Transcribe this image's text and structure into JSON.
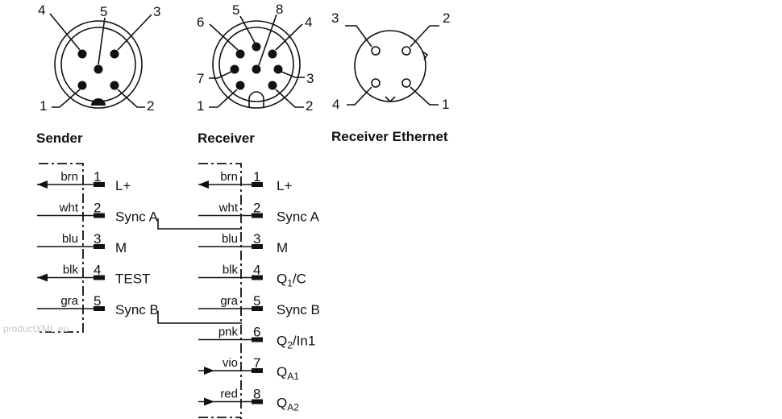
{
  "connectors": {
    "sender": {
      "title": "Sender",
      "pins": [
        "1",
        "2",
        "3",
        "4",
        "5"
      ]
    },
    "receiver": {
      "title": "Receiver",
      "pins": [
        "1",
        "2",
        "3",
        "4",
        "5",
        "6",
        "7",
        "8"
      ]
    },
    "receiver_ethernet": {
      "title": "Receiver Ethernet",
      "pins": [
        "1",
        "2",
        "3",
        "4"
      ]
    }
  },
  "wiring": {
    "sender": {
      "rows": [
        {
          "pin": "1",
          "wire": "brn",
          "label": "L+",
          "label_sub": "",
          "label_tail": "",
          "arrow": "out"
        },
        {
          "pin": "2",
          "wire": "wht",
          "label": "Sync A",
          "label_sub": "",
          "label_tail": "",
          "arrow": "none"
        },
        {
          "pin": "3",
          "wire": "blu",
          "label": "M",
          "label_sub": "",
          "label_tail": "",
          "arrow": "none"
        },
        {
          "pin": "4",
          "wire": "blk",
          "label": "TEST",
          "label_sub": "",
          "label_tail": "",
          "arrow": "out"
        },
        {
          "pin": "5",
          "wire": "gra",
          "label": "Sync B",
          "label_sub": "",
          "label_tail": "",
          "arrow": "none"
        }
      ]
    },
    "receiver": {
      "rows": [
        {
          "pin": "1",
          "wire": "brn",
          "label": "L+",
          "label_sub": "",
          "label_tail": "",
          "arrow": "out"
        },
        {
          "pin": "2",
          "wire": "wht",
          "label": "Sync A",
          "label_sub": "",
          "label_tail": "",
          "arrow": "none"
        },
        {
          "pin": "3",
          "wire": "blu",
          "label": "M",
          "label_sub": "",
          "label_tail": "",
          "arrow": "none"
        },
        {
          "pin": "4",
          "wire": "blk",
          "label": "Q",
          "label_sub": "1",
          "label_tail": "/C",
          "arrow": "none"
        },
        {
          "pin": "5",
          "wire": "gra",
          "label": "Sync B",
          "label_sub": "",
          "label_tail": "",
          "arrow": "none"
        },
        {
          "pin": "6",
          "wire": "pnk",
          "label": "Q",
          "label_sub": "2",
          "label_tail": "/In1",
          "arrow": "none"
        },
        {
          "pin": "7",
          "wire": "vio",
          "label": "Q",
          "label_sub": "A1",
          "label_tail": "",
          "arrow": "in"
        },
        {
          "pin": "8",
          "wire": "red",
          "label": "Q",
          "label_sub": "A2",
          "label_tail": "",
          "arrow": "in"
        }
      ]
    }
  },
  "watermark": "productXML.eu"
}
